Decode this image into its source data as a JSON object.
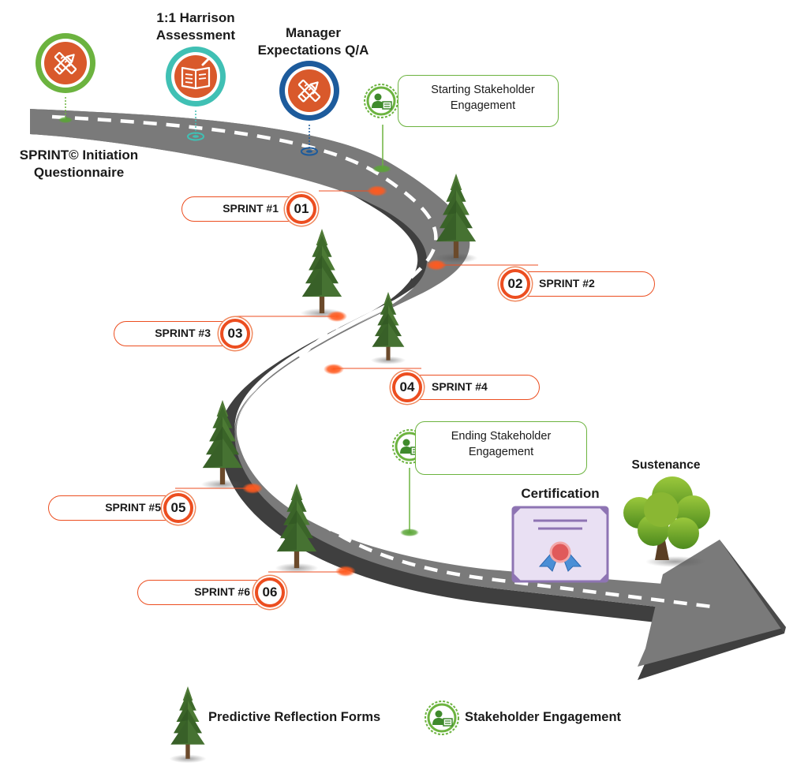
{
  "start_label": {
    "line1": "SPRINT© Initiation",
    "line2": "Questionnaire"
  },
  "harrison_label": {
    "line1": "1:1 Harrison",
    "line2": "Assessment"
  },
  "manager_label": {
    "line1": "Manager",
    "line2": "Expectations Q/A"
  },
  "starting_engagement": {
    "line1": "Starting Stakeholder",
    "line2": "Engagement"
  },
  "ending_engagement": {
    "line1": "Ending Stakeholder",
    "line2": "Engagement"
  },
  "certification": "Certification",
  "sustenance": "Sustenance",
  "sprints": [
    {
      "label": "SPRINT #1",
      "number": "01"
    },
    {
      "label": "SPRINT #2",
      "number": "02"
    },
    {
      "label": "SPRINT #3",
      "number": "03"
    },
    {
      "label": "SPRINT #4",
      "number": "04"
    },
    {
      "label": "SPRINT #5",
      "number": "05"
    },
    {
      "label": "SPRINT #6",
      "number": "06"
    }
  ],
  "legend": {
    "trees": "Predictive Reflection Forms",
    "engagement": "Stakeholder Engagement"
  },
  "colors": {
    "road": "#7a7a7a",
    "road_edge": "#4f4f4f",
    "sprint_orange": "#ec4e20",
    "engagement_green": "#6cb33f",
    "harrison_teal": "#40c0b4",
    "manager_blue": "#1d5b9c",
    "certificate_purple": "#8e74b3"
  }
}
